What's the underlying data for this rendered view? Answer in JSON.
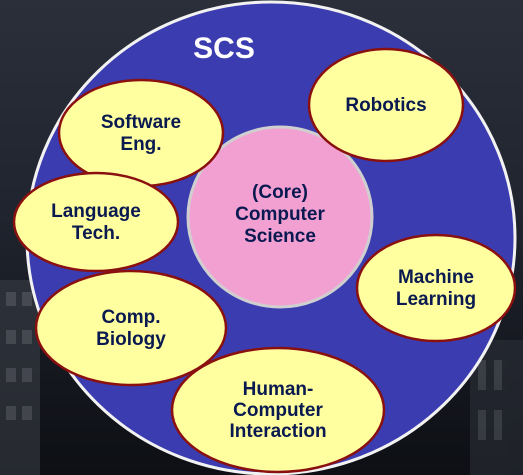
{
  "title": "SCS",
  "core": {
    "lines": [
      "(Core)",
      "Computer",
      "Science"
    ]
  },
  "areas": [
    {
      "id": "software-eng",
      "lines": [
        "Software",
        "Eng."
      ]
    },
    {
      "id": "robotics",
      "lines": [
        "Robotics"
      ]
    },
    {
      "id": "language-tech",
      "lines": [
        "Language",
        "Tech."
      ]
    },
    {
      "id": "machine-learning",
      "lines": [
        "Machine",
        "Learning"
      ]
    },
    {
      "id": "comp-biology",
      "lines": [
        "Comp.",
        "Biology"
      ]
    },
    {
      "id": "hci",
      "lines": [
        "Human-",
        "Computer",
        "Interaction"
      ]
    }
  ],
  "colors": {
    "scs_fill": "#3a3cb0",
    "scs_stroke": "#f2f2f2",
    "title_text": "#ffffff",
    "area_fill": "#ffffa0",
    "area_stroke": "#8a1010",
    "core_fill": "#f2a0d2",
    "core_stroke": "#cfcfcf",
    "label_text": "#0a1a50"
  }
}
